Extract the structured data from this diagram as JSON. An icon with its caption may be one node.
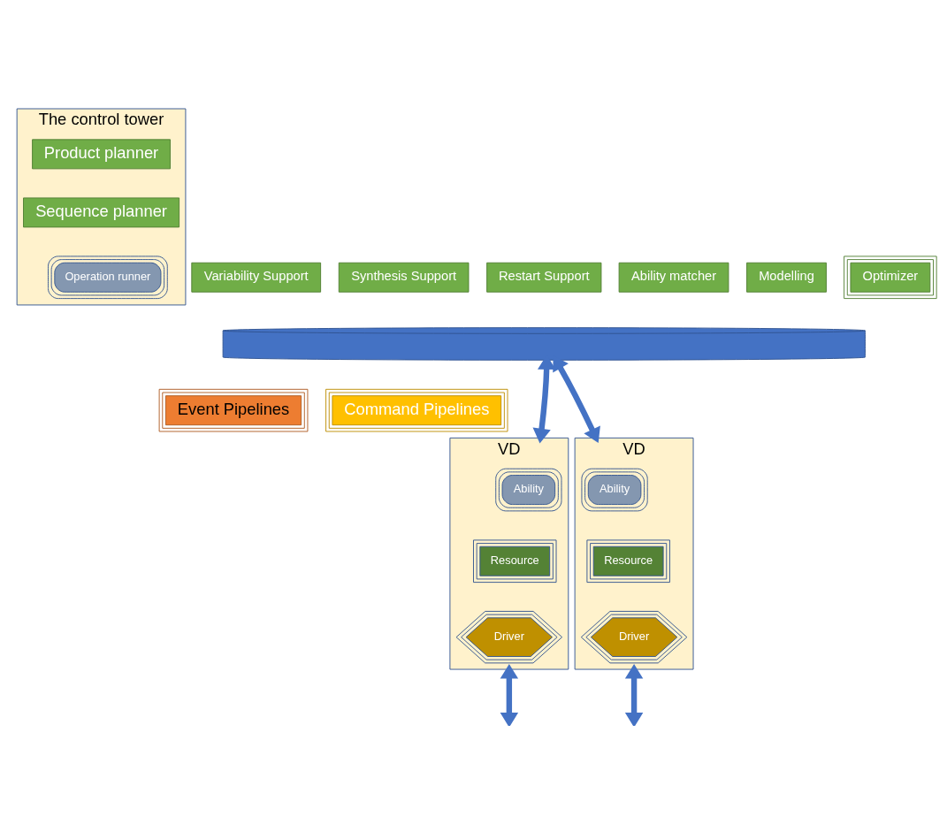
{
  "diagram": {
    "nodes": [
      {
        "text": [
          "The control tower"
        ]
      },
      {
        "text": [
          "Product planner"
        ],
        "in": 0
      },
      {
        "text": [
          "Sequence planner"
        ],
        "in": 0
      },
      {
        "text": [
          "Operation runner"
        ],
        "in": 0
      },
      {
        "text": [
          "Variability Support"
        ]
      },
      {
        "text": [
          "Synthesis Support"
        ]
      },
      {
        "text": [
          "Restart Support"
        ]
      },
      {
        "text": [
          "Ability matcher"
        ]
      },
      {
        "text": [
          "Modelling"
        ]
      },
      {
        "text": [
          "Optimizer"
        ]
      },
      {
        "text": [],
        "shape": "cylinder"
      },
      {
        "text": [
          "Event Pipelines"
        ]
      },
      {
        "text": [
          "Command Pipelines"
        ]
      },
      {
        "text": [
          "VD"
        ]
      },
      {
        "text": [
          "Ability"
        ],
        "in": 13
      },
      {
        "text": [
          "Resource"
        ],
        "in": 13
      },
      {
        "text": [
          "Driver"
        ],
        "in": 13
      },
      {
        "text": [
          "VD"
        ]
      },
      {
        "text": [
          "Ability"
        ],
        "in": 17
      },
      {
        "text": [
          "Resource"
        ],
        "in": 17
      },
      {
        "text": [
          "Driver"
        ],
        "in": 17
      }
    ],
    "edges": [
      {
        "from": 10,
        "to": 13,
        "arrow": "both"
      },
      {
        "from": 10,
        "to": 17,
        "arrow": "both"
      },
      {
        "from": 13,
        "to": null,
        "arrow": "both"
      },
      {
        "from": 17,
        "to": null,
        "arrow": "both"
      }
    ]
  }
}
